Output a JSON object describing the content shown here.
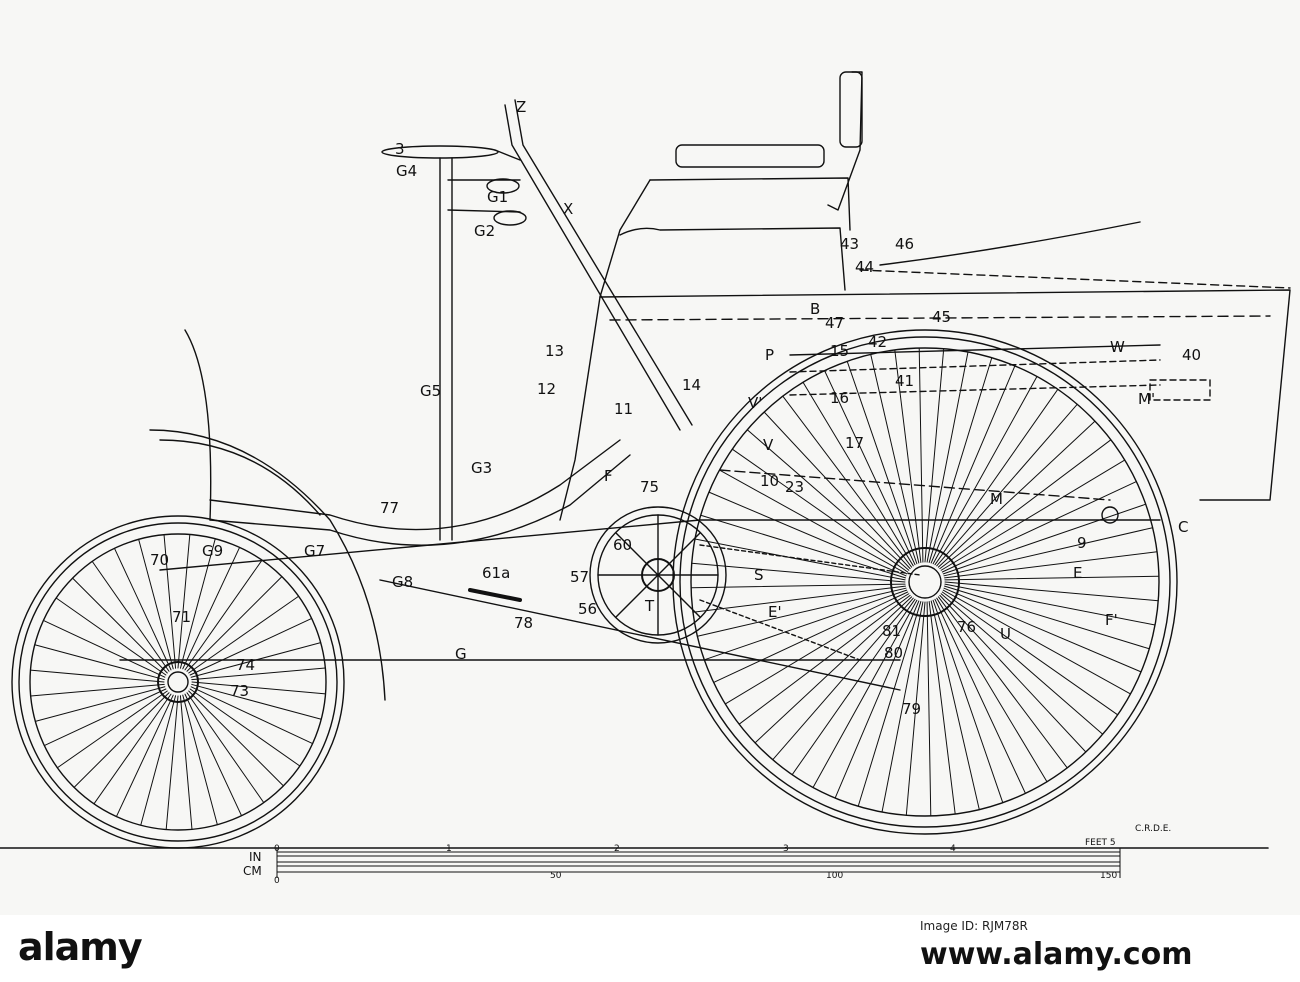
{
  "diagram": {
    "labels": {
      "l_Z": "Z",
      "l_3": "3",
      "l_G4": "G4",
      "l_G1": "G1",
      "l_G2": "G2",
      "l_X": "X",
      "l_43": "43",
      "l_44": "44",
      "l_46": "46",
      "l_B": "B",
      "l_45": "45",
      "l_47": "47",
      "l_13": "13",
      "l_P": "P",
      "l_15": "15",
      "l_42": "42",
      "l_W": "W",
      "l_40": "40",
      "l_G5": "G5",
      "l_12": "12",
      "l_14": "14",
      "l_41": "41",
      "l_11": "11",
      "l_V1": "V'",
      "l_16": "16",
      "l_M1": "M'",
      "l_17": "17",
      "l_G3": "G3",
      "l_F": "F",
      "l_75": "75",
      "l_V": "V",
      "l_10": "10",
      "l_23": "23",
      "l_M": "M",
      "l_77": "77",
      "l_C": "C",
      "l_60": "60",
      "l_70": "70",
      "l_G9": "G9",
      "l_G7": "G7",
      "l_G8": "G8",
      "l_61a": "61a",
      "l_9": "9",
      "l_E": "E",
      "l_57": "57",
      "l_S": "S",
      "l_71": "71",
      "l_56": "56",
      "l_T": "T",
      "l_E1": "E'",
      "l_F1": "F'",
      "l_78": "78",
      "l_81": "81",
      "l_76": "76",
      "l_U": "U",
      "l_80": "80",
      "l_G": "G",
      "l_74": "74",
      "l_73": "73",
      "l_79": "79",
      "l_CRDE": "C.R.D.E."
    },
    "scale": {
      "in_label": "IN",
      "cm_label": "CM",
      "feet_ticks": [
        "0",
        "1",
        "2",
        "3",
        "4"
      ],
      "feet_unit": "FEET 5",
      "cm_ticks": [
        "0",
        "50",
        "100",
        "150"
      ]
    }
  },
  "watermark": {
    "logo": "alamy",
    "image_id": "Image ID: RJM78R",
    "url": "www.alamy.com"
  }
}
